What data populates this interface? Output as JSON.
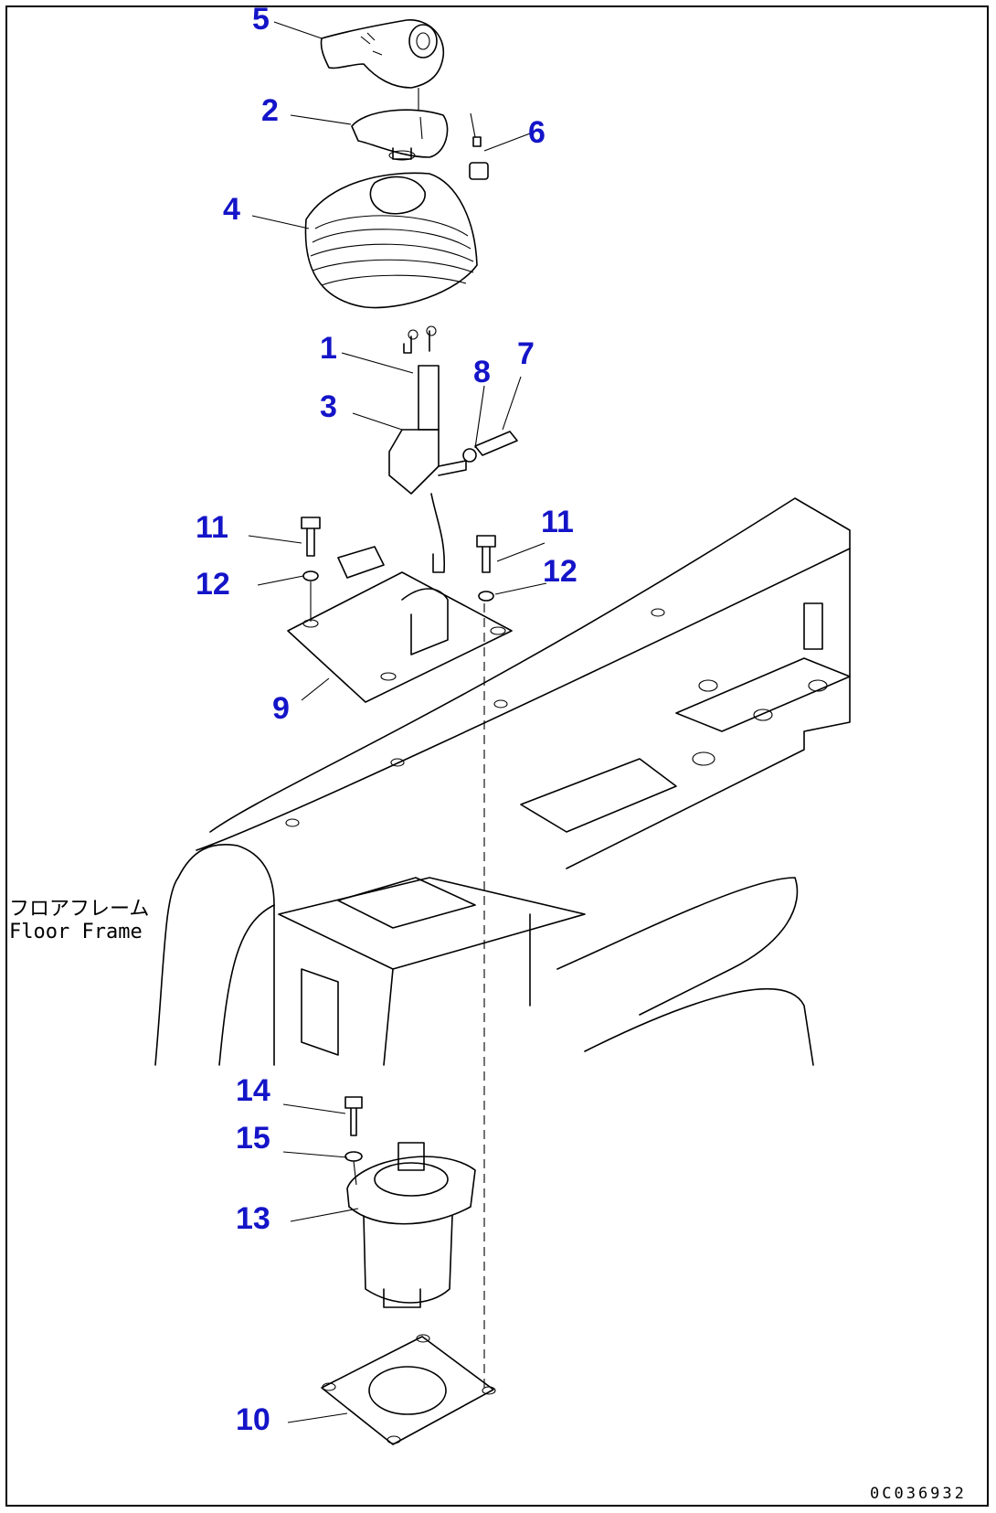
{
  "callouts": {
    "c1": "1",
    "c2": "2",
    "c3": "3",
    "c4": "4",
    "c5": "5",
    "c6": "6",
    "c7": "7",
    "c8": "8",
    "c9": "9",
    "c10": "10",
    "c11a": "11",
    "c11b": "11",
    "c12a": "12",
    "c12b": "12",
    "c13": "13",
    "c14": "14",
    "c15": "15"
  },
  "floor_frame": {
    "jp": "フロアフレーム",
    "en": "Floor Frame"
  },
  "drawing_code": "0C036932",
  "colors": {
    "callout": "#1414c8",
    "line": "#000000",
    "background": "#ffffff"
  }
}
